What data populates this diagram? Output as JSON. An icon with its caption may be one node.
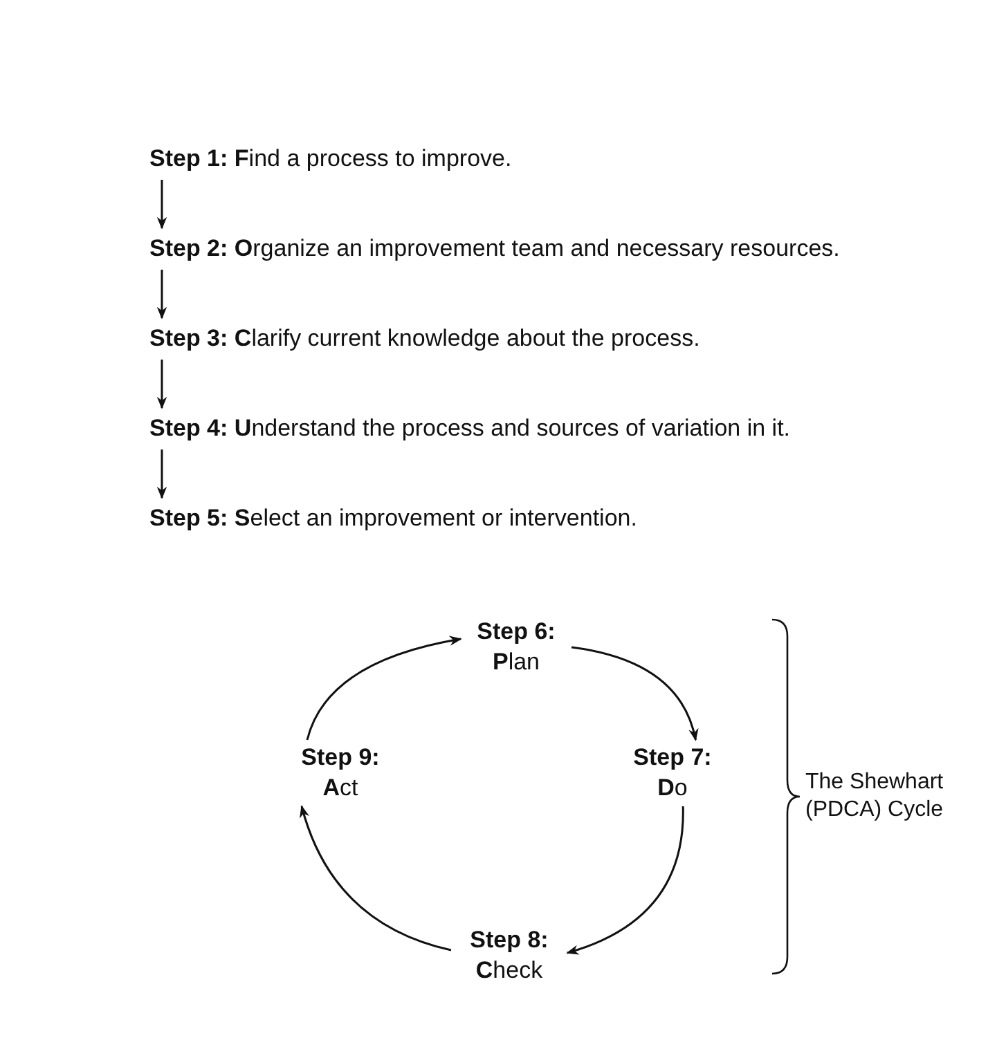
{
  "diagram": {
    "nodes": [
      {
        "text": [
          "**Step 1: F**ind a process to improve."
        ]
      },
      {
        "text": [
          "**Step 2: O**rganize an improvement team and necessary resources."
        ]
      },
      {
        "text": [
          "**Step 3: C**larify current knowledge about the process."
        ]
      },
      {
        "text": [
          "**Step 4: U**nderstand the process and sources of variation in it."
        ]
      },
      {
        "text": [
          "**Step 5: S**elect an improvement or intervention."
        ]
      },
      {
        "text": [
          "Step 6:",
          "**P**lan"
        ]
      },
      {
        "text": [
          "Step 7:",
          "**D**o"
        ]
      },
      {
        "text": [
          "Step 8:",
          "**C**heck"
        ]
      },
      {
        "text": [
          "Step 9:",
          "**A**ct"
        ]
      }
    ],
    "edges": [
      {
        "from": 0,
        "to": 1,
        "arrow": "to"
      },
      {
        "from": 1,
        "to": 2,
        "arrow": "to"
      },
      {
        "from": 2,
        "to": 3,
        "arrow": "to"
      },
      {
        "from": 3,
        "to": 4,
        "arrow": "to"
      },
      {
        "from": 5,
        "to": 6,
        "arrow": "to"
      },
      {
        "from": 6,
        "to": 7,
        "arrow": "to"
      },
      {
        "from": 7,
        "to": 8,
        "arrow": "to"
      },
      {
        "from": 8,
        "to": 5,
        "arrow": "to"
      }
    ],
    "labels": [
      "The Shewhart (PDCA) Cycle"
    ]
  }
}
